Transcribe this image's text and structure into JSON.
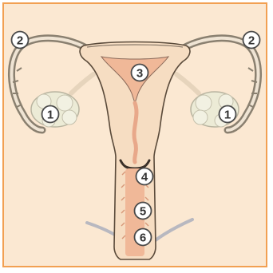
{
  "diagram": {
    "markers": [
      {
        "id": "left-ovary",
        "label": "1"
      },
      {
        "id": "right-ovary",
        "label": "1"
      },
      {
        "id": "left-fallopian-tube",
        "label": "2"
      },
      {
        "id": "right-fallopian-tube",
        "label": "2"
      },
      {
        "id": "uterus",
        "label": "3"
      },
      {
        "id": "cervix",
        "label": "4"
      },
      {
        "id": "vagina",
        "label": "5"
      },
      {
        "id": "vaginal-opening",
        "label": "6"
      }
    ],
    "colors": {
      "background": "#fbe8d2",
      "border": "#f2a052",
      "tissue": "#f6ddc2",
      "cavity": "#f0b898",
      "outline": "#5a4a3a",
      "tube": "#8a8070",
      "ovary": "#ecebd6",
      "marker_fill": "#ffffff",
      "marker_stroke": "#4a4a4a",
      "pelvic_line": "#b8b8c0"
    }
  }
}
